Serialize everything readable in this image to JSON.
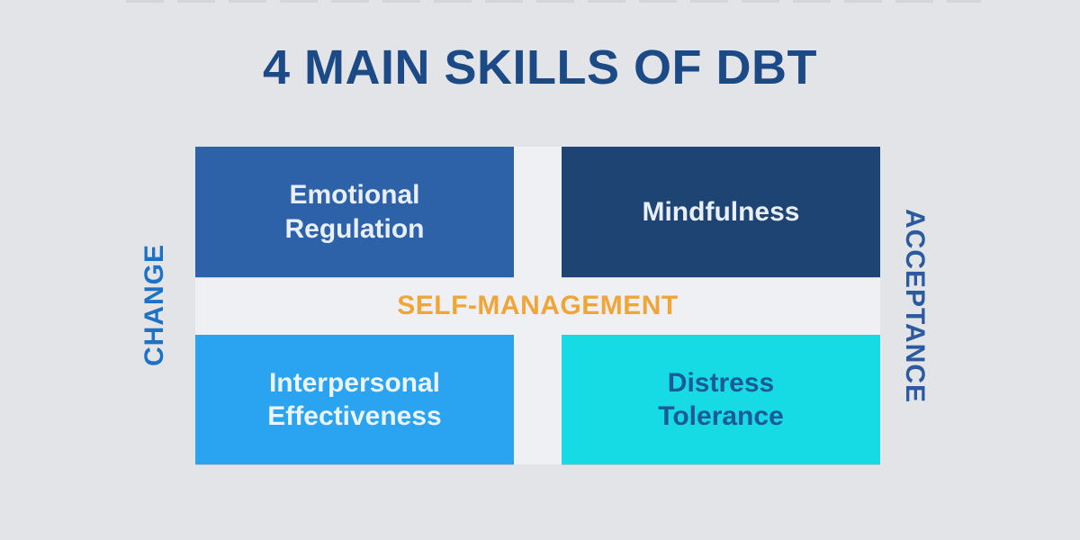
{
  "title": "4 MAIN SKILLS OF DBT",
  "colors": {
    "page_background": "#e3e4e7",
    "cross_band_background": "#eff0f3",
    "title_text": "#1c4a87",
    "center_label_text": "#f0a538",
    "left_axis_text": "#1d72c5",
    "right_axis_text": "#2b5b9e",
    "top_dashes": "#d5d5d9"
  },
  "quadrants": {
    "top_left": {
      "label": "Emotional Regulation",
      "bg": "#2d61a8",
      "text_color": "#e8effb"
    },
    "top_right": {
      "label": "Mindfulness",
      "bg": "#1d4472",
      "text_color": "#e8effb"
    },
    "bottom_left": {
      "label": "Interpersonal Effectiveness",
      "bg": "#2aa3f1",
      "text_color": "#eaf4fd"
    },
    "bottom_right": {
      "label": "Distress Tolerance",
      "bg": "#16dbe4",
      "text_color": "#1a5a96"
    }
  },
  "center_label": "SELF-MANAGEMENT",
  "axis_labels": {
    "left": "CHANGE",
    "right": "ACCEPTANCE"
  }
}
